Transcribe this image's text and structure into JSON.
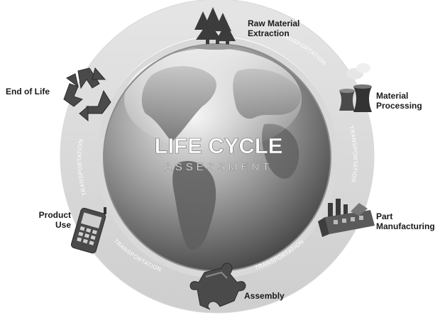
{
  "diagram": {
    "center_title": "LIFE CYCLE",
    "center_subtitle": "ASSESSMENT",
    "ring_label": "TRANSPORTATION",
    "stages": [
      {
        "id": "raw-material-extraction",
        "lines": [
          "Raw Material",
          "Extraction"
        ],
        "icon": "trees-icon"
      },
      {
        "id": "material-processing",
        "lines": [
          "Material",
          "Processing"
        ],
        "icon": "cooling-towers-icon"
      },
      {
        "id": "part-manufacturing",
        "lines": [
          "Part",
          "Manufacturing"
        ],
        "icon": "factory-icon"
      },
      {
        "id": "assembly",
        "lines": [
          "Assembly"
        ],
        "icon": "puzzle-piece-icon"
      },
      {
        "id": "product-use",
        "lines": [
          "Product",
          "Use"
        ],
        "icon": "mobile-phone-icon"
      },
      {
        "id": "end-of-life",
        "lines": [
          "End of Life"
        ],
        "icon": "recycle-icon"
      }
    ]
  }
}
